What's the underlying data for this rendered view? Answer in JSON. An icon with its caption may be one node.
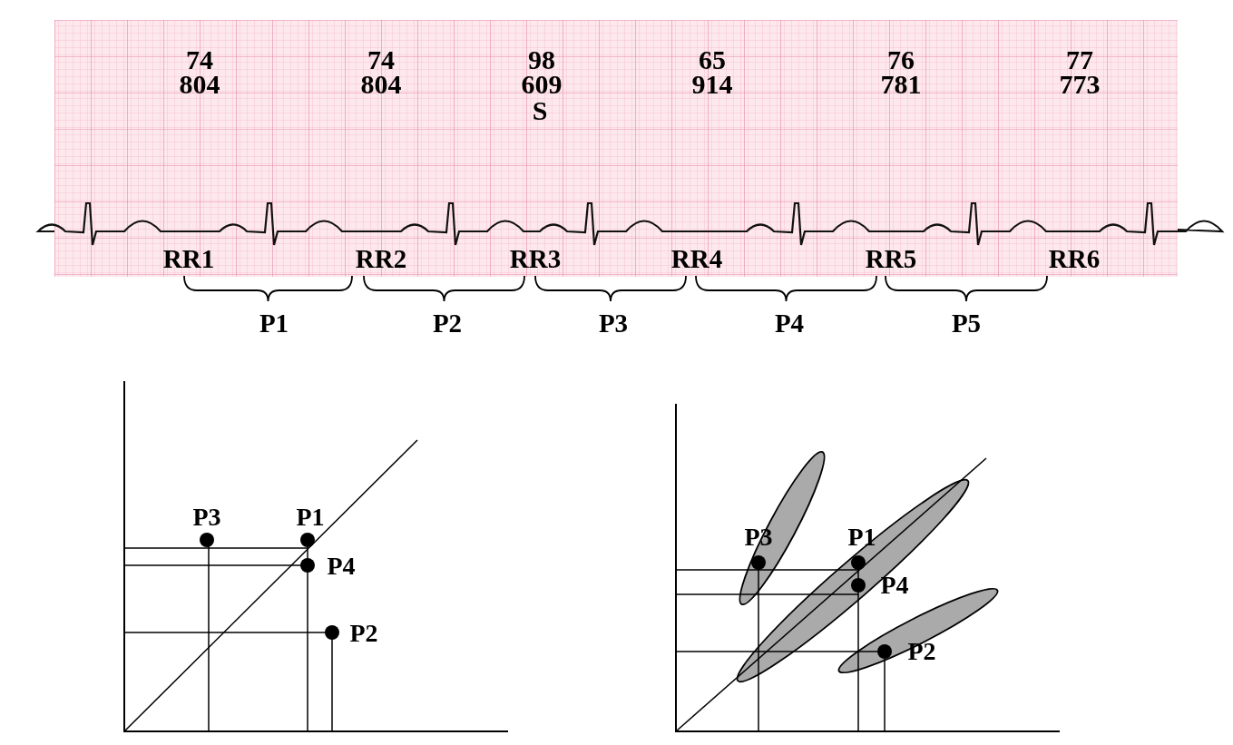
{
  "diagram": {
    "labels": [
      "74",
      "804",
      "74",
      "804",
      "98",
      "609",
      "S",
      "65",
      "914",
      "76",
      "781",
      "77",
      "773",
      "RR1",
      "RR2",
      "RR3",
      "RR4",
      "RR5",
      "RR6",
      "P1",
      "P2",
      "P3",
      "P4",
      "P5",
      "P3",
      "P1",
      "P4",
      "P2",
      "P3",
      "P1",
      "P4",
      "P2"
    ]
  }
}
